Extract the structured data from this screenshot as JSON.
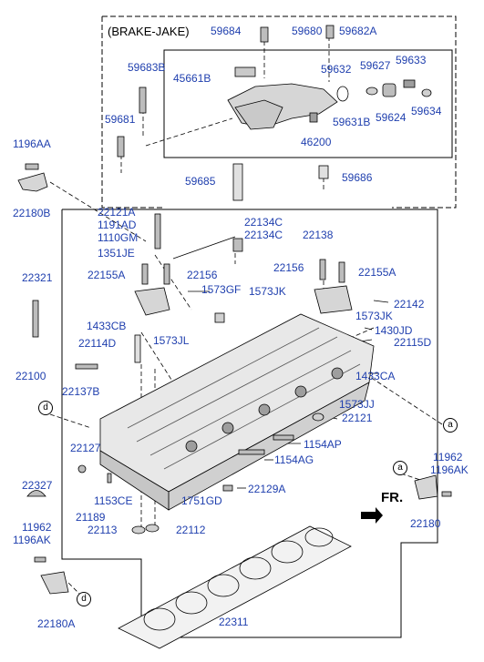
{
  "diagram": {
    "section_title": "(BRAKE-JAKE)",
    "direction_label": "FR.",
    "callouts": {
      "a": "a",
      "d": "d"
    },
    "parts": {
      "p59684": "59684",
      "p59680": "59680",
      "p59682A": "59682A",
      "p59683B": "59683B",
      "p45661B": "45661B",
      "p59632": "59632",
      "p59627": "59627",
      "p59633": "59633",
      "p59681": "59681",
      "p59631B": "59631B",
      "p59624": "59624",
      "p59634": "59634",
      "p46200": "46200",
      "p59685": "59685",
      "p59686": "59686",
      "p1196AA": "1196AA",
      "p22180B": "22180B",
      "p22121A": "22121A",
      "p1191AD": "1191AD",
      "p1110GM": "1110GM",
      "p1351JE": "1351JE",
      "p22134C_1": "22134C",
      "p22134C_2": "22134C",
      "p22138": "22138",
      "p22155A_left": "22155A",
      "p22156_left": "22156",
      "p22156_right": "22156",
      "p22155A_right": "22155A",
      "p22321": "22321",
      "p1573GF": "1573GF",
      "p1573JK_1": "1573JK",
      "p22142": "22142",
      "p1573JK_2": "1573JK",
      "p1433CB": "1433CB",
      "p1430JD": "1430JD",
      "p22114D": "22114D",
      "p1573JL": "1573JL",
      "p22115D": "22115D",
      "p22100": "22100",
      "p1433CA": "1433CA",
      "p22137B": "22137B",
      "p1573JJ": "1573JJ",
      "p22121": "22121",
      "p1154AP": "1154AP",
      "p22127": "22127",
      "p1154AG": "1154AG",
      "p11962_right": "11962",
      "p1196AK_right": "1196AK",
      "p22327": "22327",
      "p1153CE": "1153CE",
      "p22129A": "22129A",
      "p1751GD": "1751GD",
      "p21189": "21189",
      "p11962_left": "11962",
      "p1196AK_left": "1196AK",
      "p22113": "22113",
      "p22112": "22112",
      "p22180": "22180",
      "p22180A": "22180A",
      "p22311": "22311"
    }
  }
}
